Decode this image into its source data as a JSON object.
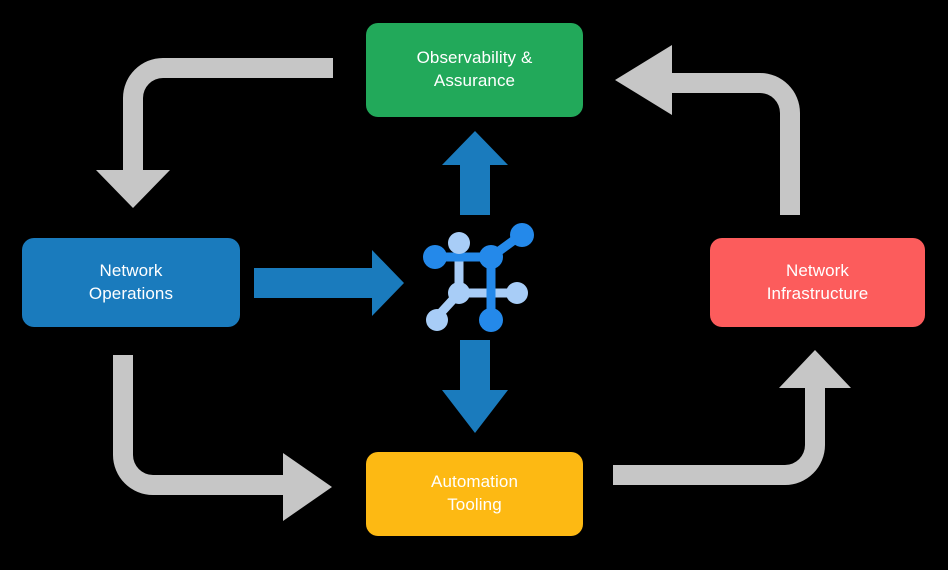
{
  "diagram": {
    "type": "cycle-diagram",
    "background_color": "#000000",
    "center": {
      "icon": "network-topology-icon",
      "color_primary": "#2489ea",
      "color_secondary": "#a8cdf7"
    },
    "nodes": [
      {
        "id": "observability",
        "label": "Observability &\nAssurance",
        "color": "#22a95a",
        "position": "top"
      },
      {
        "id": "operations",
        "label": "Network\nOperations",
        "color": "#1a7bbd",
        "position": "left"
      },
      {
        "id": "infrastructure",
        "label": "Network\nInfrastructure",
        "color": "#fc5c5c",
        "position": "right"
      },
      {
        "id": "automation",
        "label": "Automation\nTooling",
        "color": "#fdb913",
        "position": "bottom"
      }
    ],
    "arrows": {
      "primary_color": "#1a7bbd",
      "flow_color": "#c6c6c6",
      "primary": [
        {
          "id": "operations-to-center",
          "direction": "right"
        },
        {
          "id": "center-to-observability",
          "direction": "up"
        },
        {
          "id": "center-to-automation",
          "direction": "down"
        }
      ],
      "flow": [
        {
          "id": "observability-to-operations",
          "direction": "top-left-elbow"
        },
        {
          "id": "infrastructure-to-observability",
          "direction": "top-right-elbow"
        },
        {
          "id": "operations-to-automation",
          "direction": "bottom-left-elbow"
        },
        {
          "id": "automation-to-infrastructure",
          "direction": "bottom-right-elbow"
        }
      ]
    }
  }
}
